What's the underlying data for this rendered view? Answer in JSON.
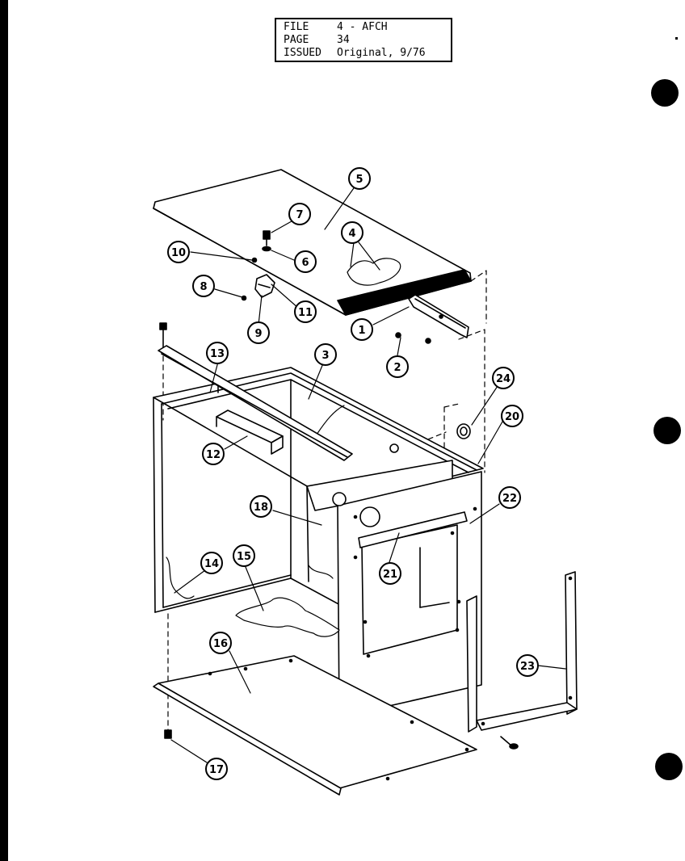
{
  "file_box": {
    "rows": [
      {
        "key": "FILE",
        "value": "4 - AFCH"
      },
      {
        "key": "PAGE",
        "value": "34"
      },
      {
        "key": "ISSUED",
        "value": "Original, 9/76"
      }
    ]
  },
  "callouts": {
    "c1": "1",
    "c2": "2",
    "c3": "3",
    "c4": "4",
    "c5": "5",
    "c6": "6",
    "c7": "7",
    "c8": "8",
    "c9": "9",
    "c10": "10",
    "c11": "11",
    "c12": "12",
    "c13": "13",
    "c14": "14",
    "c15": "15",
    "c16": "16",
    "c17": "17",
    "c18": "18",
    "c20": "20",
    "c21": "21",
    "c22": "22",
    "c23": "23",
    "c24": "24"
  }
}
